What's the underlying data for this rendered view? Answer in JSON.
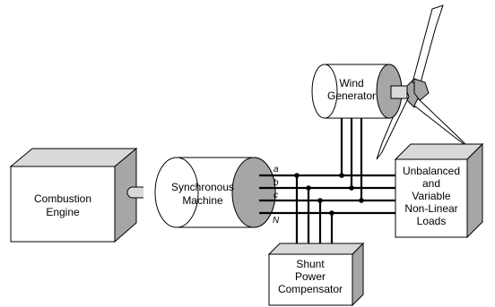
{
  "blocks": {
    "combustion_engine": [
      "Combustion",
      "Engine"
    ],
    "synchronous_machine": [
      "Synchronous",
      "Machine"
    ],
    "wind_generator": [
      "Wind",
      "Generator"
    ],
    "loads": [
      "Unbalanced",
      "and",
      "Variable",
      "Non-Linear",
      "Loads"
    ],
    "compensator": [
      "Shunt",
      "Power",
      "Compensator"
    ]
  },
  "phases": [
    "a",
    "b",
    "c",
    "N"
  ],
  "colors": {
    "box_top": "#d9d9d9",
    "box_side": "#a6a6a6",
    "turbine_grey": "#a6a6a6",
    "line": "#000000"
  }
}
